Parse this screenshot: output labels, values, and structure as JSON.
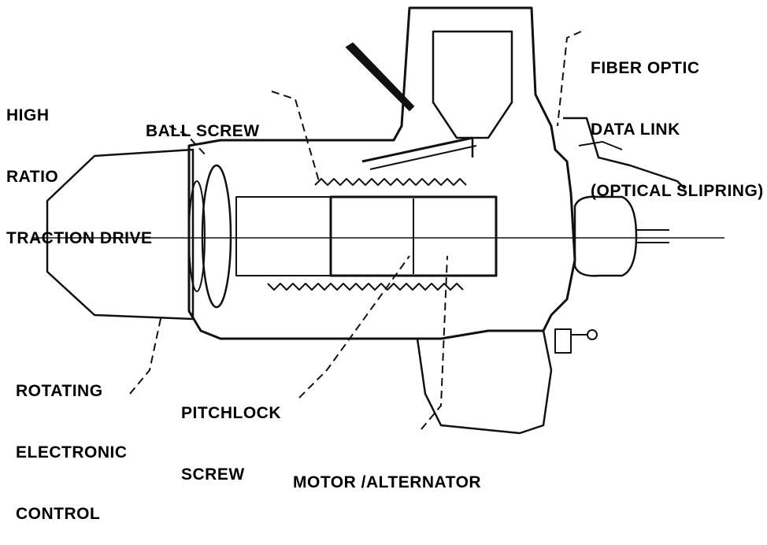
{
  "labels": {
    "high_ratio": [
      "HIGH",
      "RATIO",
      "TRACTION DRIVE"
    ],
    "ball_screw": "BALL SCREW",
    "fiber_optic": [
      "FIBER OPTIC",
      "DATA LINK",
      "(OPTICAL SLIPRING)"
    ],
    "rotating_control": [
      "ROTATING",
      "ELECTRONIC",
      "CONTROL"
    ],
    "pitchlock": [
      "PITCHLOCK",
      "SCREW"
    ],
    "motor": "MOTOR /ALTERNATOR"
  },
  "colors": {
    "ink": "#111111",
    "paper": "#ffffff"
  }
}
